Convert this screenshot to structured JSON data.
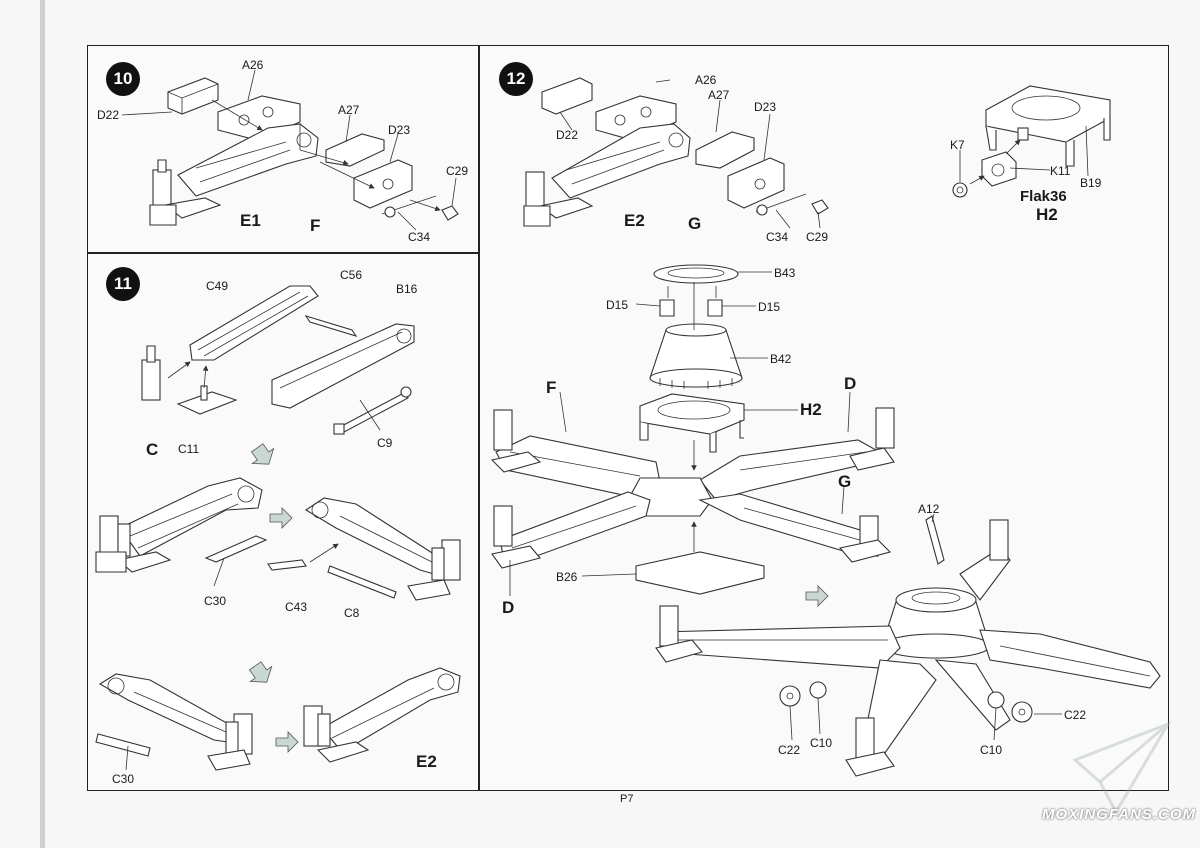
{
  "page_number": "P7",
  "watermark": "MOXINGFANS.COM",
  "colors": {
    "step_badge": "#111111",
    "assembly_arrow": "#c9d8d4",
    "line": "#333333"
  },
  "step10": {
    "number": "10",
    "labels": {
      "a26": "A26",
      "d22": "D22",
      "a27": "A27",
      "d23": "D23",
      "c29": "C29",
      "c34": "C34",
      "e1": "E1",
      "f": "F"
    }
  },
  "step11": {
    "number": "11",
    "labels": {
      "c49": "C49",
      "c56": "C56",
      "b16": "B16",
      "c": "C",
      "c11": "C11",
      "c9": "C9",
      "c30a": "C30",
      "c43": "C43",
      "c8": "C8",
      "c30b": "C30",
      "e2": "E2"
    }
  },
  "step12": {
    "number": "12",
    "labels": {
      "a26": "A26",
      "a27": "A27",
      "d23": "D23",
      "d22": "D22",
      "e2": "E2",
      "g": "G",
      "c34": "C34",
      "c29": "C29",
      "k7": "K7",
      "k11": "K11",
      "b19": "B19",
      "flak": "Flak36",
      "h2a": "H2",
      "b43": "B43",
      "d15l": "D15",
      "d15r": "D15",
      "b42": "B42",
      "h2b": "H2",
      "f": "F",
      "d_top": "D",
      "g2": "G",
      "d_left": "D",
      "b26": "B26",
      "a12": "A12",
      "c22a": "C22",
      "c10a": "C10",
      "c10b": "C10",
      "c22b": "C22"
    }
  }
}
